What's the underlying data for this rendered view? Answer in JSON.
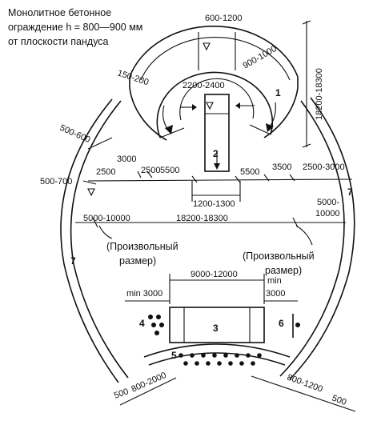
{
  "note": {
    "line1": "Монолитное бетонное",
    "line2": "ограждение h = 800—900 мм",
    "line3": "от плоскости пандуса"
  },
  "dimensions": {
    "top_600_1200": "600-1200",
    "d_900_1000": "900-1000",
    "d_150_200": "150-200",
    "d_2200_2400": "2200-2400",
    "d_18200_18300_v": "18200-18300",
    "d_500_600": "500-600",
    "d_3000_left": "3000",
    "d_2500_a": "2500",
    "d_2500_b": "2500",
    "d_5500_a": "5500",
    "d_5500_b": "5500",
    "d_3500": "3500",
    "d_2500_3000": "2500-3000",
    "d_500_700": "500-700",
    "d_1200_1300": "1200-1300",
    "d_5000_10000_left": "5000-10000",
    "d_18200_18300_h": "18200-18300",
    "d_5000_right_1": "5000-",
    "d_5000_right_2": "10000",
    "d_9000_12000": "9000-12000",
    "d_min_right": "min",
    "d_min_3000": "min 3000",
    "d_3000_right": "3000",
    "d_500_bl": "500",
    "d_800_2000": "800-2000",
    "d_800_1200": "800-1200",
    "d_500_br": "500"
  },
  "annotations": {
    "arbitrary_left_1": "(Произвольный",
    "arbitrary_left_2": "размер)",
    "arbitrary_right_1": "(Произвольный",
    "arbitrary_right_2": "размер)"
  },
  "markers": {
    "m1": "1",
    "m2": "2",
    "m3": "3",
    "m4": "4",
    "m5": "5",
    "m6": "6",
    "m7_left": "7",
    "m7_right": "7"
  }
}
